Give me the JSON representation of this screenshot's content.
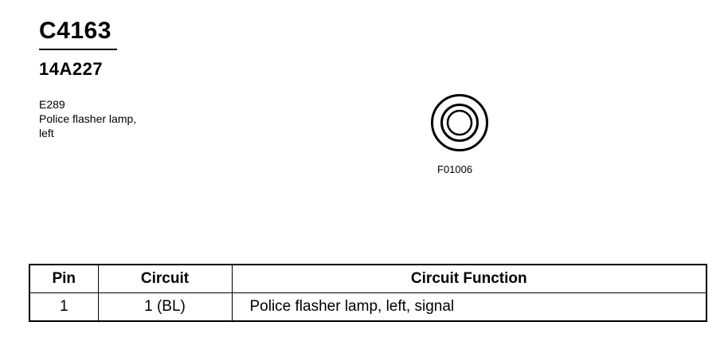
{
  "header": {
    "connector_id": "C4163",
    "part_number": "14A227"
  },
  "description": {
    "lines": [
      "E289",
      "Police flasher lamp,",
      "left"
    ]
  },
  "figure": {
    "code": "F01006"
  },
  "table": {
    "headers": {
      "pin": "Pin",
      "circuit": "Circuit",
      "function": "Circuit Function"
    },
    "rows": [
      {
        "pin": "1",
        "circuit": "1 (BL)",
        "function": "Police flasher lamp, left, signal"
      }
    ]
  }
}
